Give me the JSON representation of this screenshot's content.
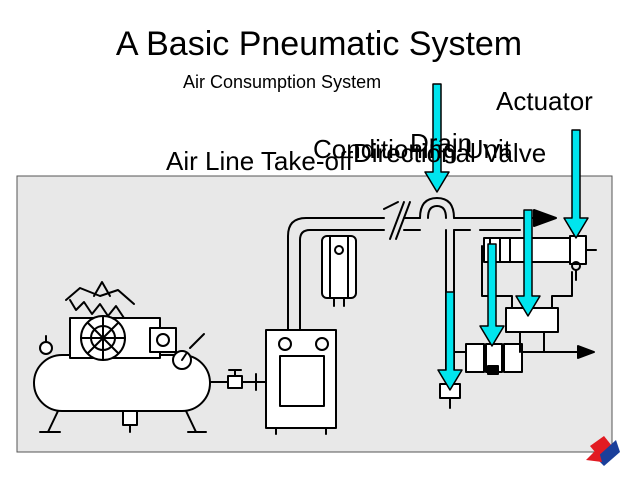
{
  "slide": {
    "title": "A Basic Pneumatic System",
    "subtitle": "Air Consumption System"
  },
  "labels": {
    "actuator": "Actuator",
    "air_line_take_off": "Air Line Take-off",
    "conditioning_unit": "Conditioning Unit",
    "drain": "Drain",
    "directional_valve": "Directional Valve"
  },
  "colors": {
    "panel_background": "#e8e8e8",
    "arrow_fill": "#00e5ee",
    "logo_red": "#e21b22",
    "logo_blue": "#1b3f9a"
  },
  "icons": [
    "down-arrow-icon",
    "logo-icon"
  ]
}
